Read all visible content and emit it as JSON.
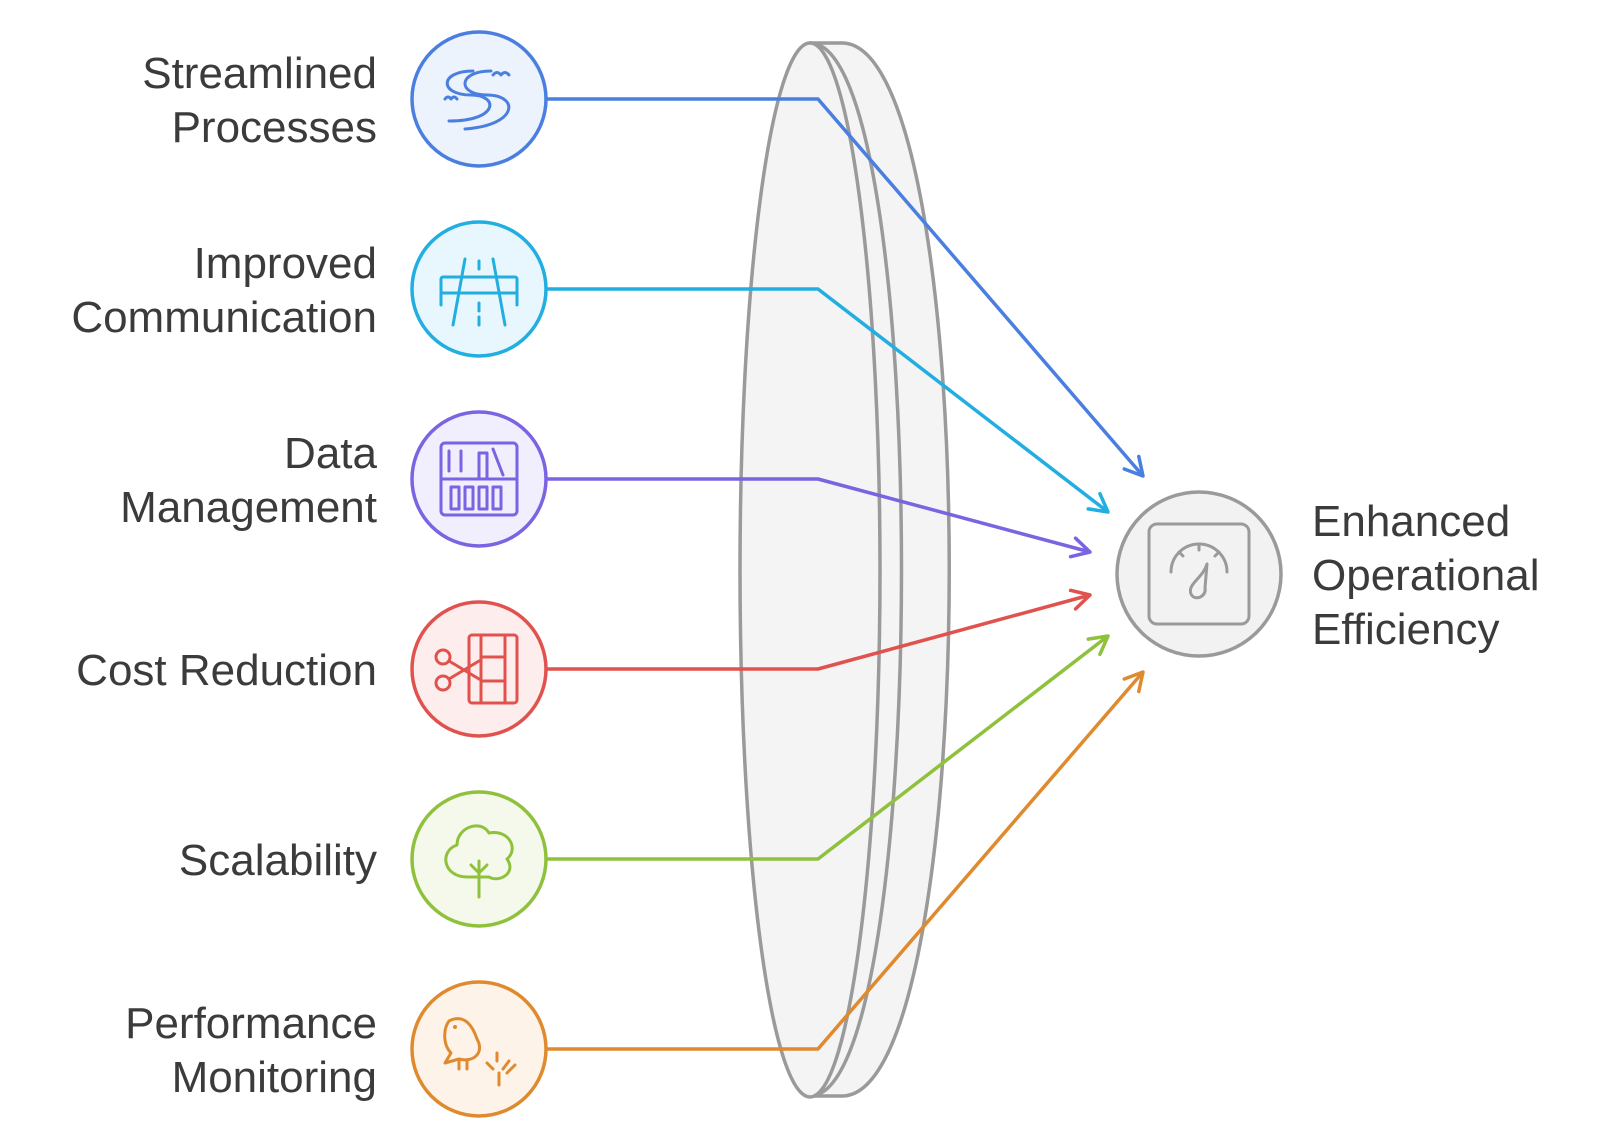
{
  "inputs": [
    {
      "lines": [
        "Streamlined",
        "Processes"
      ],
      "icon": "river-icon",
      "color": "#4a7fe0",
      "fill": "#edf3fd"
    },
    {
      "lines": [
        "Improved",
        "Communication"
      ],
      "icon": "bridge-icon",
      "color": "#22aee0",
      "fill": "#e8f7fd"
    },
    {
      "lines": [
        "Data",
        "Management"
      ],
      "icon": "bookshelf-icon",
      "color": "#7b63e2",
      "fill": "#f1eefd"
    },
    {
      "lines": [
        "Cost Reduction"
      ],
      "icon": "scissors-film-icon",
      "color": "#e0524e",
      "fill": "#fdeeed"
    },
    {
      "lines": [
        "Scalability"
      ],
      "icon": "tree-icon",
      "color": "#8fc13d",
      "fill": "#f4f9eb"
    },
    {
      "lines": [
        "Performance",
        "Monitoring"
      ],
      "icon": "bird-icon",
      "color": "#e08a2f",
      "fill": "#fdf3e8"
    }
  ],
  "output": {
    "lines": [
      "Enhanced",
      "Operational",
      "Efficiency"
    ],
    "icon": "speedometer-icon",
    "color": "#9a9a9a",
    "fill": "#f2f2f2"
  },
  "lens": {
    "name": "lens-icon",
    "stroke": "#9a9a9a",
    "fill": "#f4f4f4"
  }
}
